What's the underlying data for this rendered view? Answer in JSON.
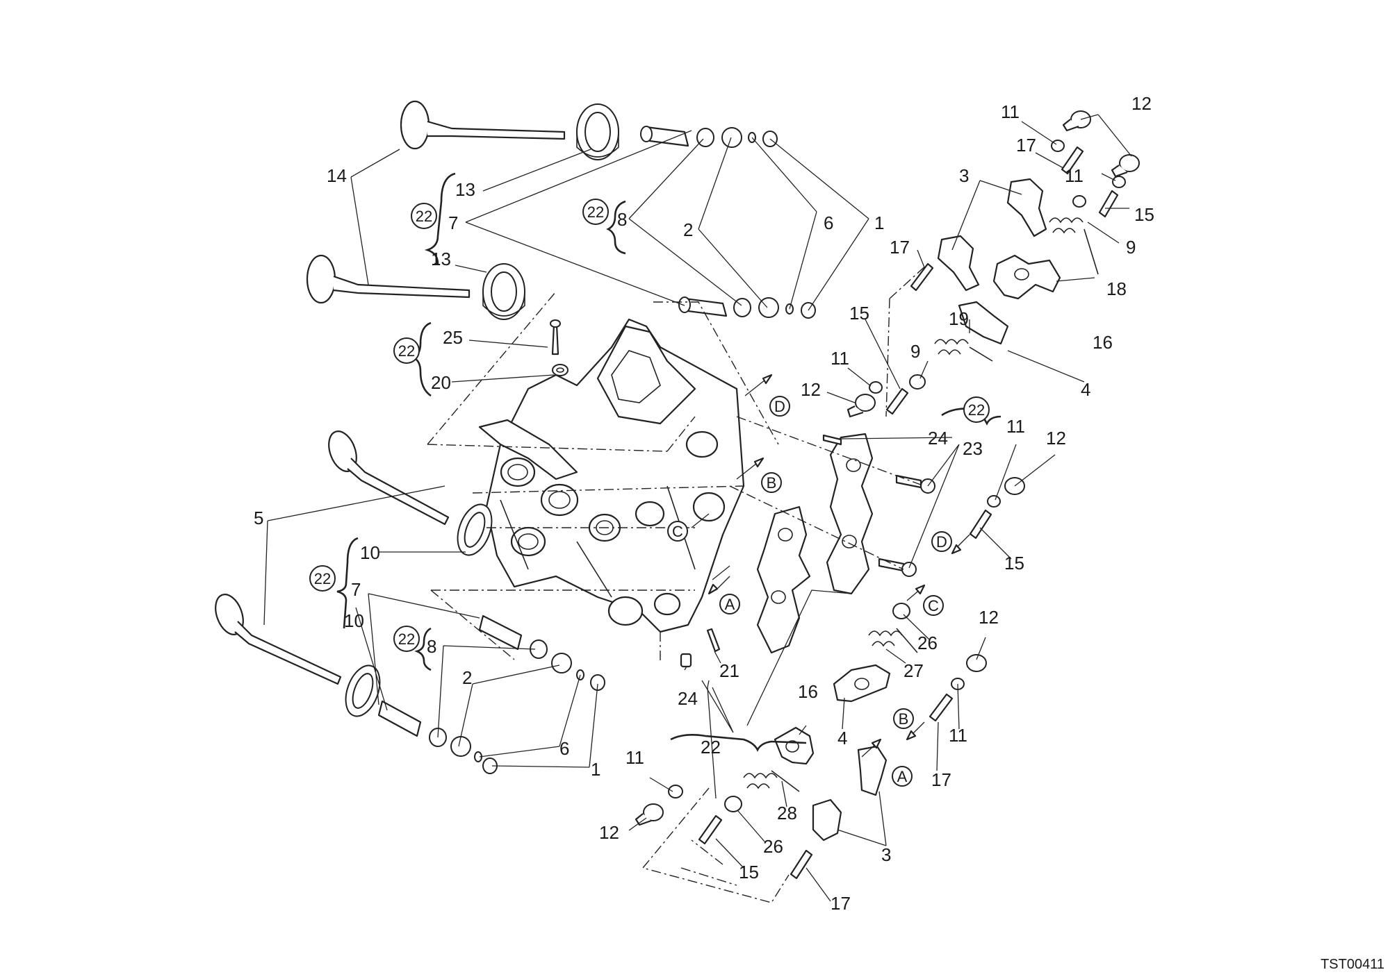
{
  "diagram": {
    "code": "TST00411",
    "callouts": [
      "1",
      "2",
      "3",
      "4",
      "5",
      "6",
      "7",
      "8",
      "9",
      "10",
      "11",
      "12",
      "13",
      "14",
      "15",
      "16",
      "17",
      "18",
      "19",
      "20",
      "21",
      "22",
      "23",
      "24",
      "25",
      "26",
      "27",
      "28"
    ],
    "circled": [
      "22",
      "A",
      "B",
      "C",
      "D"
    ]
  }
}
